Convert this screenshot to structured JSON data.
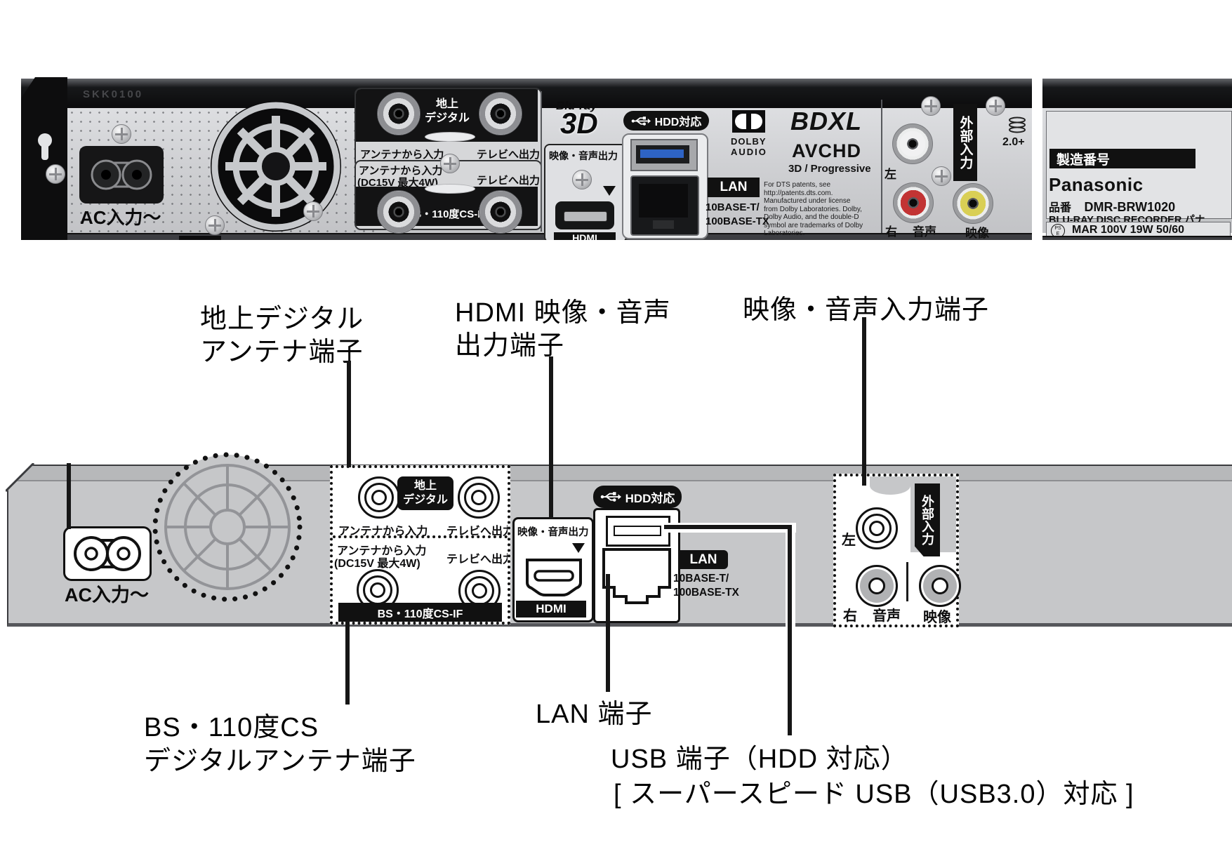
{
  "ports": {
    "ac": "AC入力〜",
    "terrestrial1": "地上",
    "terrestrial2": "デジタル",
    "antenna_in": "アンテナから入力",
    "tv_out": "テレビへ出力",
    "dc_note": "(DC15V 最大4W)",
    "bs_cs_if": "BS・110度CS-IF",
    "av_out": "映像・音声出力",
    "hdmi": "HDMI",
    "hdd": "HDD対応",
    "lan": "LAN",
    "lan_speed1": "10BASE-T/",
    "lan_speed2": "100BASE-TX",
    "ext_input": "外部入力",
    "jack_left": "左",
    "jack_right": "右",
    "jack_audio": "音声",
    "jack_video": "映像"
  },
  "photo": {
    "chassis_code": "SKK0100",
    "logos": {
      "bluray": "Blu-ray",
      "three_d": "3D",
      "dolby_line1": "DOLBY",
      "dolby_line2": "AUDIO",
      "bdxl": "BDXL",
      "avchd": "AVCHD",
      "progressive": "3D / Progressive",
      "wifi": "2.0+"
    },
    "legal": [
      "For DTS patents, see",
      "http://patents.dts.com.",
      "Manufactured under license",
      "from Dolby Laboratories. Dolby,",
      "Dolby Audio, and the double-D",
      "symbol are trademarks of Dolby",
      "Laboratories."
    ],
    "nameplate": {
      "serial_header": "製造番号",
      "brand": "Panasonic",
      "model_label": "品番",
      "model": "DMR-BRW1020",
      "product": "BLU-RAY DISC RECORDER パナ",
      "ps_top": "PS",
      "ps_bottom": "E",
      "ratings": "MAR   100V   19W   50/60"
    }
  },
  "callouts": {
    "terrestrial_line1": "地上デジタル",
    "terrestrial_line2": "アンテナ端子",
    "hdmi_line1": "HDMI 映像・音声",
    "hdmi_line2": "出力端子",
    "av_input": "映像・音声入力端子",
    "bs_line1": "BS・110度CS",
    "bs_line2": "デジタルアンテナ端子",
    "lan": "LAN 端子",
    "usb_line1": "USB 端子（HDD 対応）",
    "usb_line2": "[ スーパースピード USB（USB3.0）対応 ]"
  }
}
